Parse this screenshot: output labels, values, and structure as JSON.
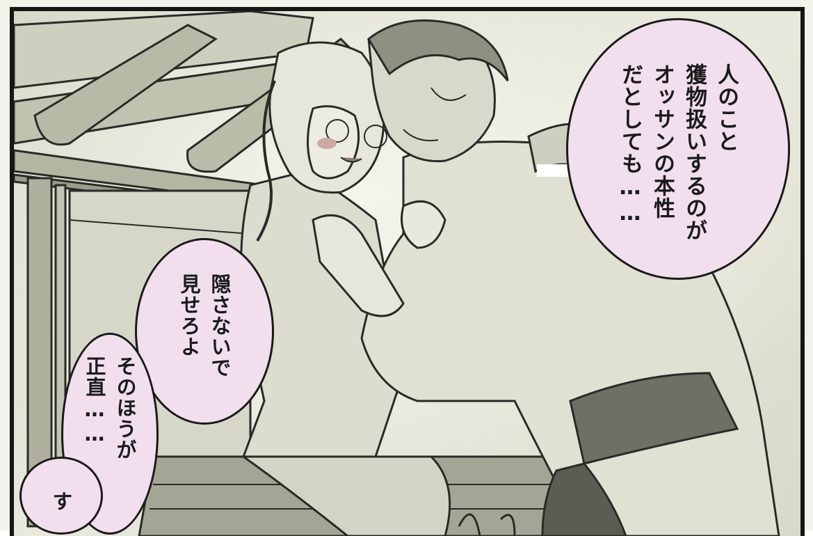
{
  "dialogue": {
    "main": [
      "人のこと",
      "獲物扱いするのが",
      "オッサンの本性",
      "だとしても……"
    ],
    "left": [
      "隠さないで",
      "見せろよ"
    ],
    "lower": [
      "そのほうが",
      "正直……"
    ],
    "bottom": [
      "す"
    ]
  }
}
